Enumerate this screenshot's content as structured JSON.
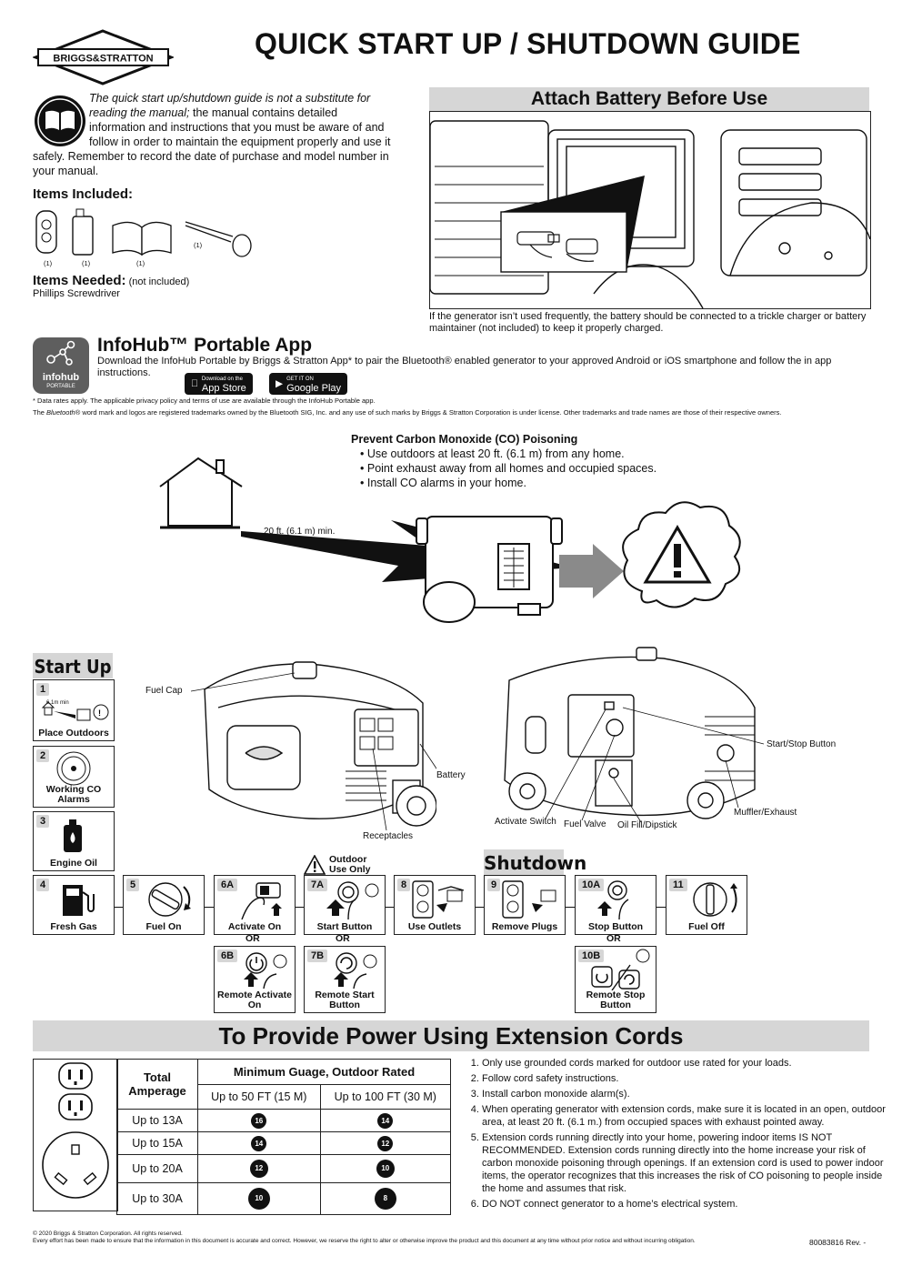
{
  "brand": "BRIGGS & STRATTON",
  "title": "QUICK START UP / SHUTDOWN GUIDE",
  "intro": {
    "italic": "The quick start up/shutdown guide is not a substitute for reading the manual;",
    "rest": " the manual contains detailed information and instructions that you must be aware of and follow in order to maintain the equipment properly and use it safely. Remember to record the date of purchase and model number in your manual."
  },
  "items_included": {
    "heading": "Items Included:",
    "qty": [
      "(1)",
      "(1)",
      "(1)",
      "(1)"
    ]
  },
  "items_needed": {
    "heading": "Items Needed:",
    "note": " (not included)",
    "item": "Phillips Screwdriver"
  },
  "battery": {
    "heading": "Attach Battery Before Use",
    "caption": "If the generator isn’t used frequently, the battery should be connected to a trickle charger or battery maintainer (not included) to keep it properly charged."
  },
  "app": {
    "logo_line1": "infohub",
    "logo_line2": "PORTABLE",
    "heading": "InfoHub™ Portable App",
    "text": "Download the InfoHub Portable by Briggs & Stratton App* to pair the Bluetooth® enabled generator to your approved Android or iOS smartphone and follow the in app instructions.",
    "appstore_small": "Download on the",
    "appstore": "App Store",
    "googleplay_small": "GET IT ON",
    "googleplay": "Google Play",
    "footnote1": "* Data rates apply. The applicable privacy policy and terms of use are available through the InfoHub Portable app.",
    "footnote2_pre": "The ",
    "footnote2_em": "Bluetooth",
    "footnote2_post": "® word mark and logos are registered trademarks owned by the Bluetooth SIG, Inc. and any use of such marks by Briggs & Stratton Corporation is under license. Other trademarks and trade names are those of their respective owners."
  },
  "co": {
    "heading": "Prevent Carbon Monoxide (CO) Poisoning",
    "bullets": [
      "Use outdoors at least 20 ft. (6.1 m) from any home.",
      "Point exhaust away from all homes and occupied spaces.",
      "Install CO alarms in your home."
    ],
    "distance": "20 ft. (6.1 m) min."
  },
  "startup": {
    "heading": "Start Up",
    "callouts": {
      "fuel_cap": "Fuel Cap",
      "battery": "Battery",
      "receptacles": "Receptacles",
      "start_stop": "Start/Stop Button",
      "muffler": "Muffler/Exhaust",
      "activate": "Activate Switch",
      "fuel_valve": "Fuel Valve",
      "oil_fill": "Oil Fill/Dipstick"
    },
    "outdoor_only": "Outdoor Use Only",
    "min_dist": "6.1m min",
    "steps": [
      {
        "num": "1",
        "label": "Place Outdoors"
      },
      {
        "num": "2",
        "label": "Working CO Alarms"
      },
      {
        "num": "3",
        "label": "Engine Oil"
      },
      {
        "num": "4",
        "label": "Fresh Gas"
      },
      {
        "num": "5",
        "label": "Fuel On"
      },
      {
        "num": "6A",
        "label": "Activate On"
      },
      {
        "num": "6B",
        "label": "Remote Activate On"
      },
      {
        "num": "7A",
        "label": "Start Button"
      },
      {
        "num": "7B",
        "label": "Remote Start Button"
      },
      {
        "num": "8",
        "label": "Use Outlets"
      }
    ],
    "or": "OR"
  },
  "shutdown": {
    "heading": "Shutdown",
    "steps": [
      {
        "num": "9",
        "label": "Remove Plugs"
      },
      {
        "num": "10A",
        "label": "Stop Button"
      },
      {
        "num": "10B",
        "label": "Remote Stop Button"
      },
      {
        "num": "11",
        "label": "Fuel Off"
      }
    ]
  },
  "extension": {
    "heading": "To Provide Power Using Extension Cords",
    "col_total": "Total Amperage",
    "col_min": "Minimum Guage, Outdoor Rated",
    "col_50": "Up to 50 FT (15 M)",
    "col_100": "Up to 100 FT (30 M)",
    "rows": [
      {
        "amp": "Up to 13A",
        "g50": "16",
        "g100": "14"
      },
      {
        "amp": "Up to 15A",
        "g50": "14",
        "g100": "12"
      },
      {
        "amp": "Up to 20A",
        "g50": "12",
        "g100": "10"
      },
      {
        "amp": "Up to 30A",
        "g50": "10",
        "g100": "8"
      }
    ],
    "rules": [
      "Only use grounded cords marked for outdoor use rated for your loads.",
      "Follow cord safety instructions.",
      "Install carbon monoxide alarm(s).",
      "When operating generator with extension cords, make sure it is located in an open, outdoor area, at least 20 ft. (6.1 m.) from occupied spaces with exhaust pointed away.",
      "Extension cords running directly into your home, powering indoor items IS NOT RECOMMENDED. Extension cords running directly into the home increase your risk of carbon monoxide poisoning through openings. If an extension cord is used to power indoor items, the operator recognizes that this increases the risk of CO poisoning to people inside the home and assumes that risk.",
      "DO NOT connect generator to a home’s electrical system."
    ]
  },
  "footer": {
    "copyright": "© 2020 Briggs & Stratton Corporation. All rights reserved.",
    "disclaimer": "Every effort has been made to ensure that the information in this document is accurate and correct. However, we reserve the right to alter or otherwise improve the product and this document at any time without prior notice and without incurring obligation.",
    "partno": "80083816 Rev. -"
  }
}
